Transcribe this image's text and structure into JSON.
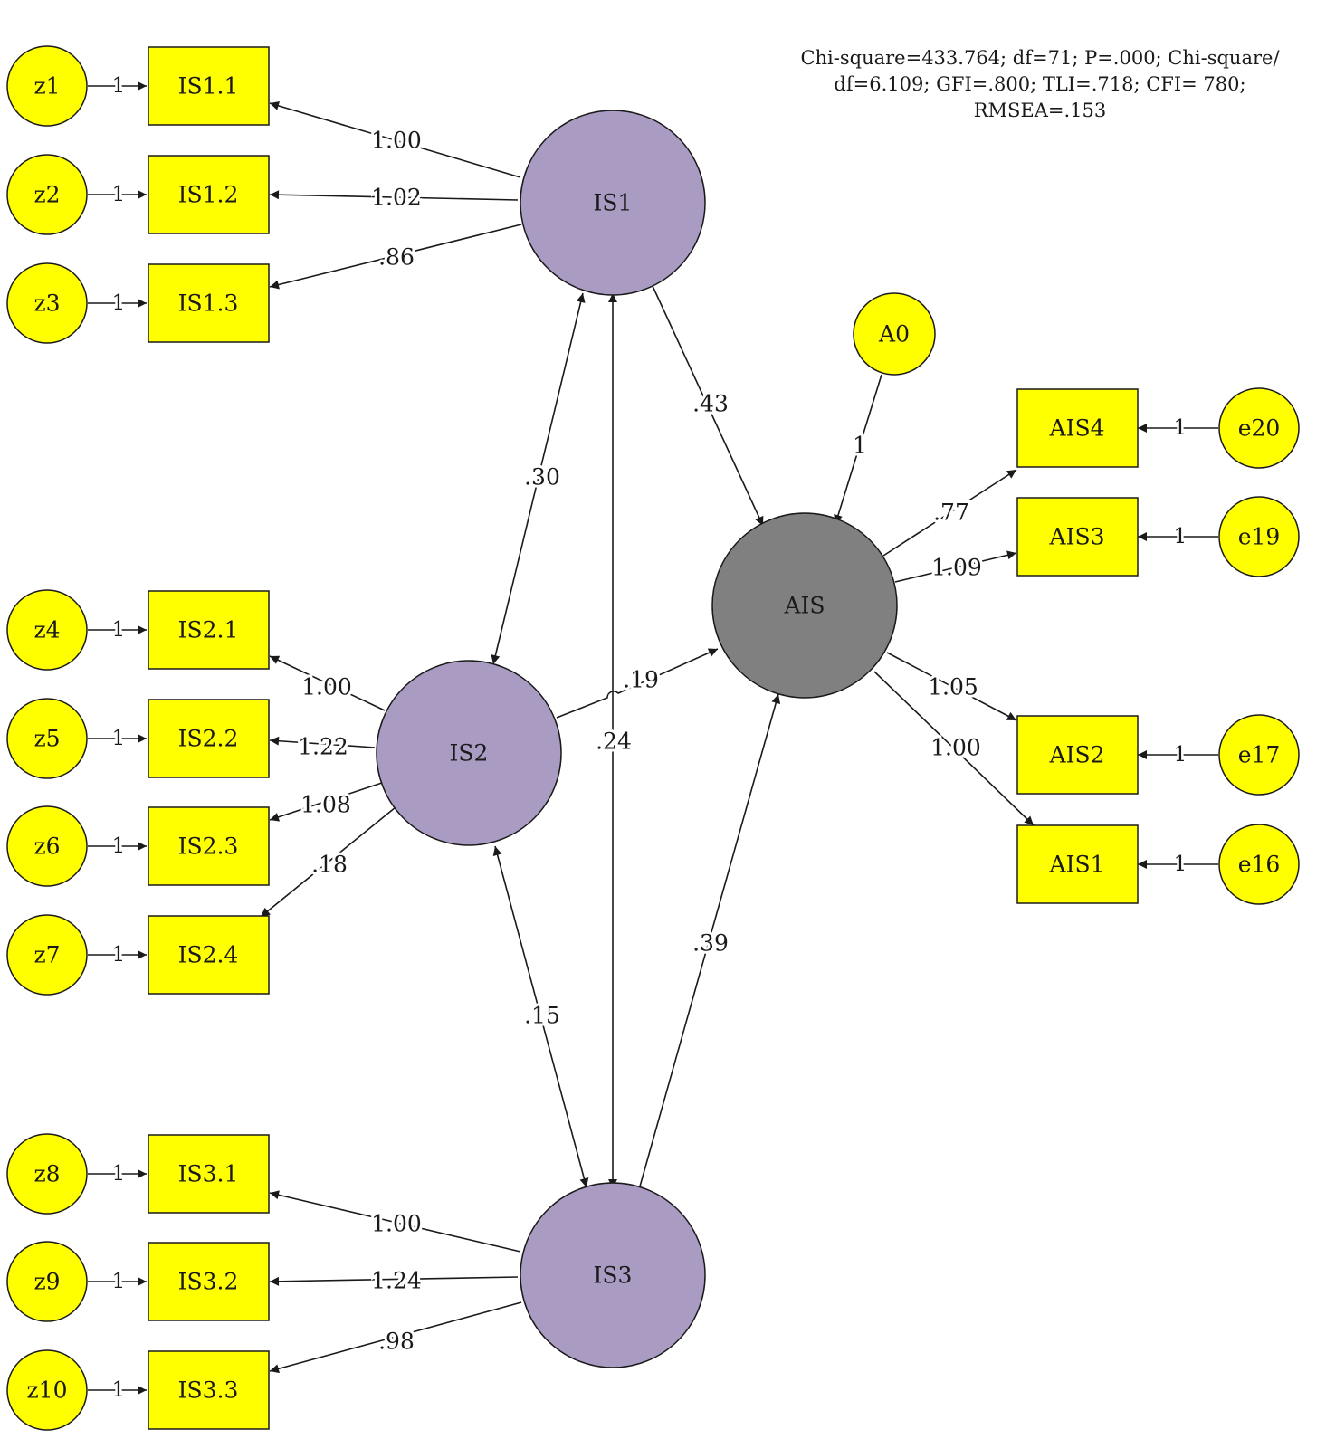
{
  "fit_stats": [
    "Chi-square=433.764; df=71; P=.000; Chi-square/",
    "df=6.109; GFI=.800; TLI=.718; CFI= 780;",
    "RMSEA=.153"
  ],
  "colors": {
    "observed": "#ffff00",
    "error": "#ffff00",
    "latent_exogenous": "#a99bc2",
    "latent_endogenous": "#808080"
  },
  "nodes": {
    "z1": "z1",
    "z2": "z2",
    "z3": "z3",
    "z4": "z4",
    "z5": "z5",
    "z6": "z6",
    "z7": "z7",
    "z8": "z8",
    "z9": "z9",
    "z10": "z10",
    "IS1_1": "IS1.1",
    "IS1_2": "IS1.2",
    "IS1_3": "IS1.3",
    "IS2_1": "IS2.1",
    "IS2_2": "IS2.2",
    "IS2_3": "IS2.3",
    "IS2_4": "IS2.4",
    "IS3_1": "IS3.1",
    "IS3_2": "IS3.2",
    "IS3_3": "IS3.3",
    "IS1": "IS1",
    "IS2": "IS2",
    "IS3": "IS3",
    "AIS": "AIS",
    "A0": "A0",
    "AIS1": "AIS1",
    "AIS2": "AIS2",
    "AIS3": "AIS3",
    "AIS4": "AIS4",
    "e16": "e16",
    "e17": "e17",
    "e19": "e19",
    "e20": "e20"
  },
  "edges": {
    "fixed": "1",
    "is1_is1_1": "1.00",
    "is1_is1_2": "1.02",
    "is1_is1_3": ".86",
    "is2_is2_1": "1.00",
    "is2_is2_2": "1.22",
    "is2_is2_3": "1.08",
    "is2_is2_4": ".18",
    "is3_is3_1": "1.00",
    "is3_is3_2": "1.24",
    "is3_is3_3": ".98",
    "is1_ais": ".43",
    "is2_ais": ".19",
    "is3_ais": ".39",
    "a0_ais": "1",
    "is1_is2": ".30",
    "is1_is3": ".24",
    "is2_is3": ".15",
    "ais_ais4": ".77",
    "ais_ais3": "1.09",
    "ais_ais2": "1.05",
    "ais_ais1": "1.00"
  }
}
